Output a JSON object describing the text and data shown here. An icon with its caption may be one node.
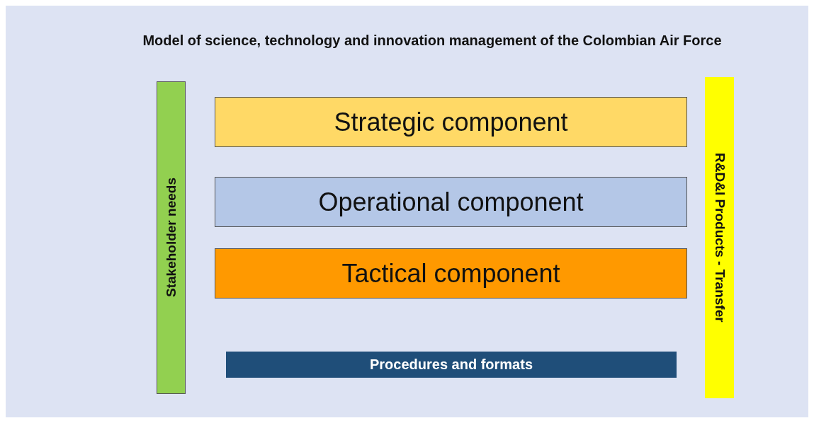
{
  "diagram": {
    "title": "Model of science, technology and innovation management of the Colombian Air Force",
    "nodes": [
      {
        "text": [
          "Stakeholder needs"
        ]
      },
      {
        "text": [
          "Strategic component"
        ]
      },
      {
        "text": [
          "Operational component"
        ]
      },
      {
        "text": [
          "Tactical component"
        ]
      },
      {
        "text": [
          "Procedures and formats"
        ]
      },
      {
        "text": [
          "R&D&I Products - Transfer"
        ]
      }
    ],
    "edges": []
  }
}
